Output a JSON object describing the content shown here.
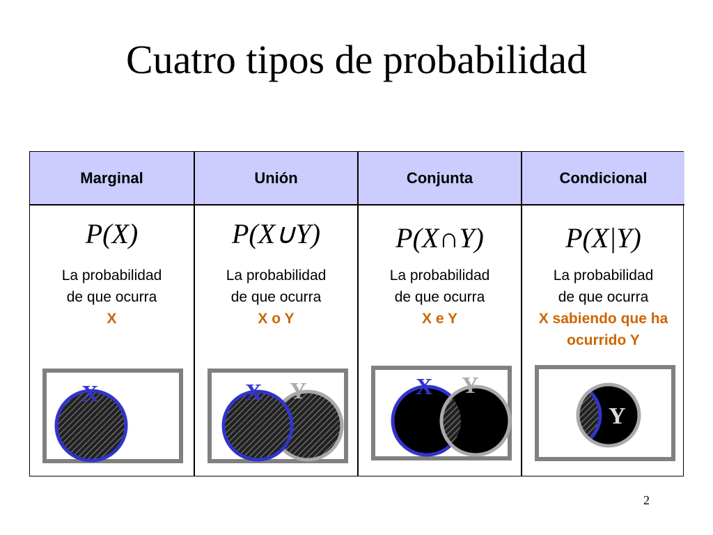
{
  "slide": {
    "title": "Cuatro tipos de probabilidad",
    "page_number": "2"
  },
  "columns": [
    {
      "header": "Marginal",
      "formula": "P(X)",
      "desc_line1": "La probabilidad",
      "desc_line2": "de que ocurra",
      "highlight": "X"
    },
    {
      "header": "Unión",
      "formula": "P(X∪Y)",
      "desc_line1": "La probabilidad",
      "desc_line2": "de que ocurra",
      "highlight": "X o Y"
    },
    {
      "header": "Conjunta",
      "formula": "P(X∩Y)",
      "desc_line1": "La probabilidad",
      "desc_line2": "de que ocurra",
      "highlight": "X e Y"
    },
    {
      "header": "Condicional",
      "formula": "P(X|Y)",
      "desc_line1": "La probabilidad",
      "desc_line2": "de que ocurra",
      "highlight": "X sabiendo que ha ocurrido Y"
    }
  ],
  "venn_labels": {
    "x": "X",
    "y": "Y"
  },
  "colors": {
    "header_bg": "#ccccff",
    "highlight_text": "#cc6600",
    "x_circle": "#3333cc",
    "y_circle": "#aaaaaa",
    "frame": "#808080"
  }
}
